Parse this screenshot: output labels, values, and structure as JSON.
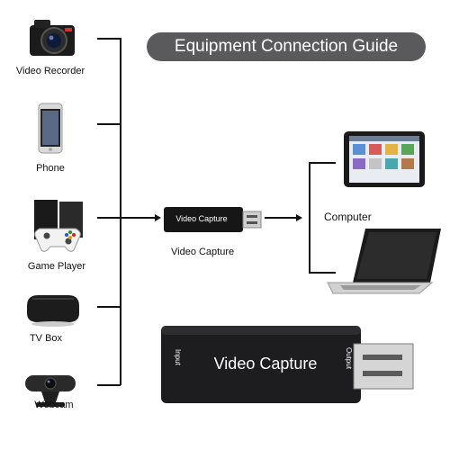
{
  "title": "Equipment Connection Guide",
  "sources": [
    {
      "label": "Video Recorder",
      "icon": "camera-icon"
    },
    {
      "label": "Phone",
      "icon": "phone-icon"
    },
    {
      "label": "Game Player",
      "icon": "game-console-icon"
    },
    {
      "label": "TV Box",
      "icon": "tv-box-icon"
    },
    {
      "label": "Webcam",
      "icon": "webcam-icon"
    }
  ],
  "device": {
    "label": "Video Capture",
    "small_print": "Video Capture",
    "large_print": "Video Capture",
    "port_in": "Input",
    "port_out": "Output"
  },
  "target": {
    "label": "Computer"
  }
}
